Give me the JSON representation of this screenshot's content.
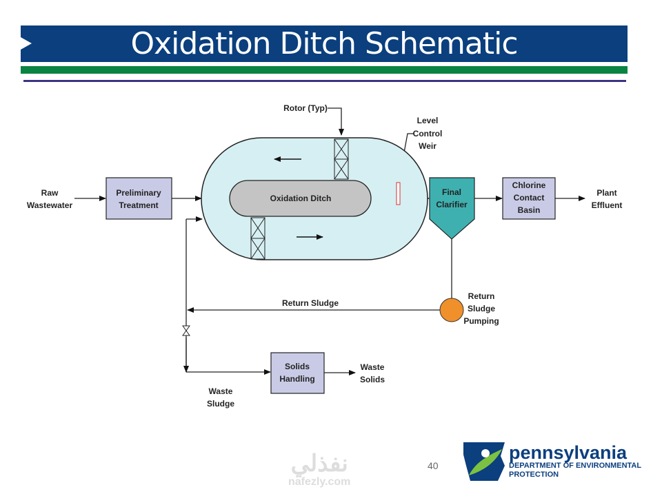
{
  "slide": {
    "title": "Oxidation Ditch Schematic",
    "page_number": "40"
  },
  "diagram": {
    "raw_wastewater": [
      "Raw",
      "Wastewater"
    ],
    "preliminary_treatment": [
      "Preliminary",
      "Treatment"
    ],
    "oxidation_ditch": "Oxidation Ditch",
    "rotor": "Rotor (Typ)",
    "level_control_weir": [
      "Level",
      "Control",
      "Weir"
    ],
    "final_clarifier": [
      "Final",
      "Clarifier"
    ],
    "chlorine_contact_basin": [
      "Chlorine",
      "Contact",
      "Basin"
    ],
    "plant_effluent": [
      "Plant",
      "Effluent"
    ],
    "return_sludge": "Return Sludge",
    "return_sludge_pumping": [
      "Return",
      "Sludge",
      "Pumping"
    ],
    "waste_sludge": [
      "Waste",
      "Sludge"
    ],
    "solids_handling": [
      "Solids",
      "Handling"
    ],
    "waste_solids": [
      "Waste",
      "Solids"
    ]
  },
  "logo": {
    "name": "pennsylvania",
    "line1": "DEPARTMENT OF ENVIRONMENTAL",
    "line2": "PROTECTION"
  },
  "watermark": {
    "arabic": "نفذلي",
    "latin": "nafezly.com"
  },
  "colors": {
    "title_bar": "#0b3f7e",
    "green_bar": "#0a8442",
    "clarifier": "#3fb0b0",
    "pump": "#f0902a",
    "box": "#c9cbe6",
    "ditch": "#d6eff2"
  }
}
